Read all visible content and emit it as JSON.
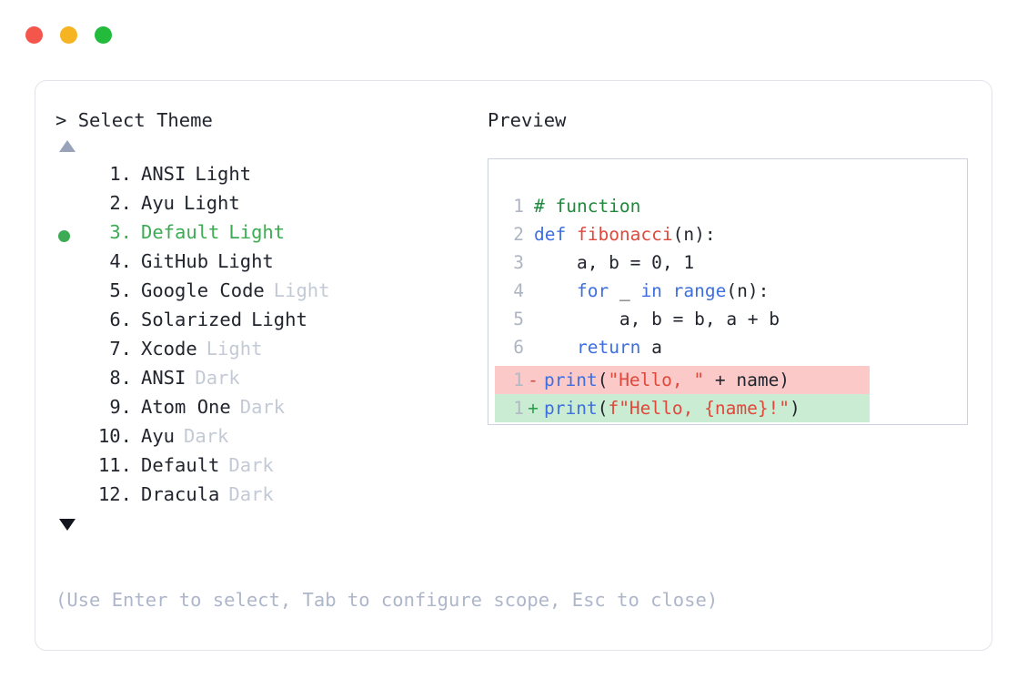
{
  "window": {
    "controls": [
      {
        "name": "close",
        "color": "#f5564b"
      },
      {
        "name": "minimize",
        "color": "#f6b322"
      },
      {
        "name": "maximize",
        "color": "#22bb3c"
      }
    ]
  },
  "prompt": {
    "marker": ">",
    "title": "Select Theme"
  },
  "scroll": {
    "up_glyph": "▲",
    "down_glyph": "▼",
    "up_enabled": false,
    "down_enabled": true
  },
  "theme_list": {
    "selected_index": 3,
    "selected_color": "#3cab53",
    "items": [
      {
        "index": "1.",
        "name": "ANSI",
        "variant": "Light",
        "variant_dim": false,
        "selected": false
      },
      {
        "index": "2.",
        "name": "Ayu",
        "variant": "Light",
        "variant_dim": false,
        "selected": false
      },
      {
        "index": "3.",
        "name": "Default",
        "variant": "Light",
        "variant_dim": false,
        "selected": true
      },
      {
        "index": "4.",
        "name": "GitHub",
        "variant": "Light",
        "variant_dim": false,
        "selected": false
      },
      {
        "index": "5.",
        "name": "Google Code",
        "variant": "Light",
        "variant_dim": true,
        "selected": false
      },
      {
        "index": "6.",
        "name": "Solarized",
        "variant": "Light",
        "variant_dim": false,
        "selected": false
      },
      {
        "index": "7.",
        "name": "Xcode",
        "variant": "Light",
        "variant_dim": true,
        "selected": false
      },
      {
        "index": "8.",
        "name": "ANSI",
        "variant": "Dark",
        "variant_dim": true,
        "selected": false
      },
      {
        "index": "9.",
        "name": "Atom One",
        "variant": "Dark",
        "variant_dim": true,
        "selected": false
      },
      {
        "index": "10.",
        "name": "Ayu",
        "variant": "Dark",
        "variant_dim": true,
        "selected": false
      },
      {
        "index": "11.",
        "name": "Default",
        "variant": "Dark",
        "variant_dim": true,
        "selected": false
      },
      {
        "index": "12.",
        "name": "Dracula",
        "variant": "Dark",
        "variant_dim": true,
        "selected": false
      }
    ]
  },
  "hint": "(Use Enter to select, Tab to configure scope, Esc to close)",
  "preview": {
    "title": "Preview",
    "code_lines": [
      {
        "ln": "1",
        "tokens": [
          {
            "t": "# function",
            "c": "com"
          }
        ]
      },
      {
        "ln": "2",
        "tokens": [
          {
            "t": "def ",
            "c": "kw"
          },
          {
            "t": "fibonacci",
            "c": "fn"
          },
          {
            "t": "(n):",
            "c": "pl"
          }
        ]
      },
      {
        "ln": "3",
        "tokens": [
          {
            "t": "    a, b = 0, 1",
            "c": "pl"
          }
        ]
      },
      {
        "ln": "4",
        "tokens": [
          {
            "t": "    ",
            "c": "pl"
          },
          {
            "t": "for",
            "c": "kw"
          },
          {
            "t": " _ ",
            "c": "pl"
          },
          {
            "t": "in",
            "c": "kw"
          },
          {
            "t": " ",
            "c": "pl"
          },
          {
            "t": "range",
            "c": "bl"
          },
          {
            "t": "(n):",
            "c": "pl"
          }
        ]
      },
      {
        "ln": "5",
        "tokens": [
          {
            "t": "        a, b = b, a + b",
            "c": "pl"
          }
        ]
      },
      {
        "ln": "6",
        "tokens": [
          {
            "t": "    ",
            "c": "pl"
          },
          {
            "t": "return",
            "c": "kw"
          },
          {
            "t": " a",
            "c": "pl"
          }
        ]
      }
    ],
    "diff_lines": [
      {
        "ln": "1",
        "sign": "-",
        "kind": "del",
        "tokens": [
          {
            "t": "print",
            "c": "bl"
          },
          {
            "t": "(",
            "c": "pl"
          },
          {
            "t": "\"Hello, \"",
            "c": "str"
          },
          {
            "t": " + name)",
            "c": "pl"
          }
        ]
      },
      {
        "ln": "1",
        "sign": "+",
        "kind": "add",
        "tokens": [
          {
            "t": "print",
            "c": "bl"
          },
          {
            "t": "(",
            "c": "pl"
          },
          {
            "t": "f\"Hello, {name}!\"",
            "c": "str"
          },
          {
            "t": ")",
            "c": "pl"
          }
        ]
      }
    ],
    "colors": {
      "comment": "#1f8a3b",
      "keyword": "#3e6fe0",
      "function": "#e0483c",
      "string": "#e0483c",
      "plain": "#22252e",
      "builtin": "#3e6fe0",
      "diff_del_bg": "#fbc9c8",
      "diff_add_bg": "#c9ecd3",
      "line_number": "#aeb5c2"
    }
  }
}
